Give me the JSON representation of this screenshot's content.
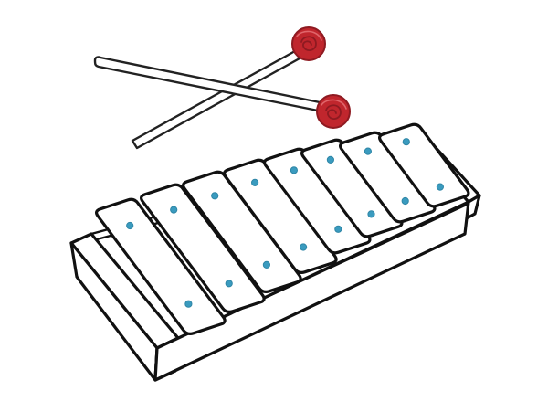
{
  "illustration": {
    "subject": "xylophone-with-two-mallets",
    "bar_count": 8,
    "mallet_count": 2
  },
  "colors": {
    "outline": "#111111",
    "frame_fill": "#ffffff",
    "bar_fill": "#ffffff",
    "nail": "#3a9bbf",
    "nail_dark": "#2f86a6",
    "mallet_head": "#c0262d",
    "mallet_head_dark": "#8e1a21",
    "mallet_highlight": "#e0666b"
  }
}
